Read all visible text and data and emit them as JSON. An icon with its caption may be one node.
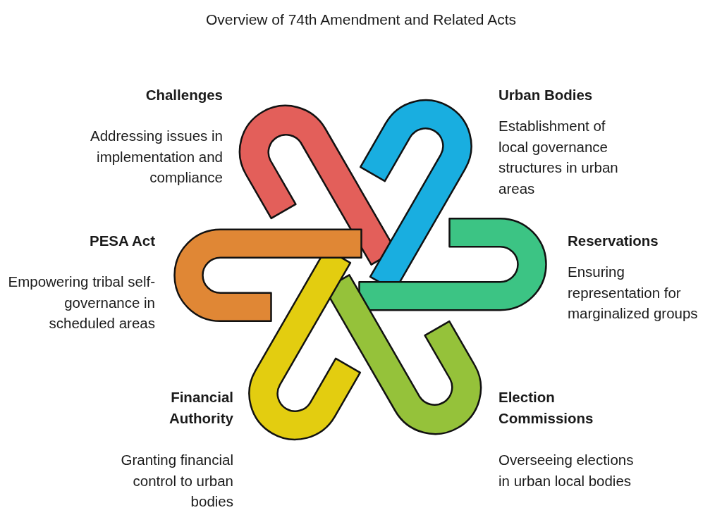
{
  "diagram": {
    "title": "Overview of 74th Amendment and Related Acts",
    "nodes": [
      {
        "text": [
          "Challenges",
          "Addressing issues in implementation and compliance"
        ]
      },
      {
        "text": [
          "Urban Bodies",
          "Establishment of local governance structures in urban areas"
        ]
      },
      {
        "text": [
          "PESA Act",
          "Empowering tribal self-governance in scheduled areas"
        ]
      },
      {
        "text": [
          "Reservations",
          "Ensuring representation for marginalized groups"
        ]
      },
      {
        "text": [
          "Financial Authority",
          "Granting financial control to urban bodies"
        ]
      },
      {
        "text": [
          "Election Commissions",
          "Overseeing elections in urban local bodies"
        ]
      }
    ]
  }
}
